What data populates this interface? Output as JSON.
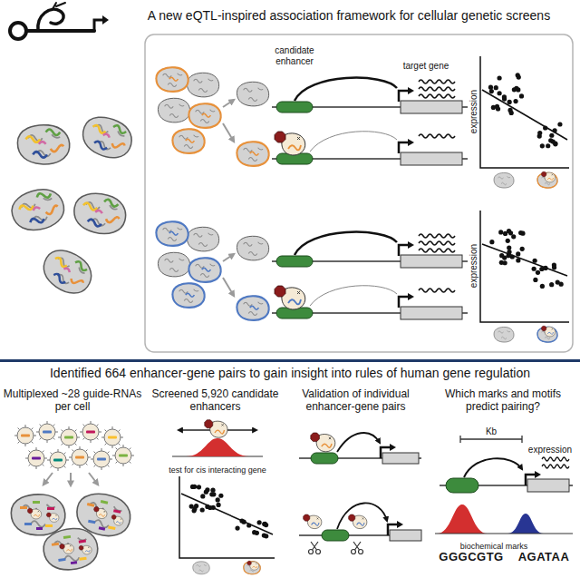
{
  "diagram": {
    "nodes": [
      {
        "text": [
          "A new eQTL-inspired association framework for cellular genetic screens"
        ]
      },
      {
        "text": [
          "Identified 664 enhancer-gene pairs to gain insight into rules of human gene regulation"
        ]
      },
      {
        "text": [
          "Multiplexed ~28 guide-RNAs per cell"
        ],
        "in": 1
      },
      {
        "text": [
          "Screened 5,920 candidate enhancers"
        ],
        "in": 1
      },
      {
        "text": [
          "Validation of individual enhancer-gene pairs"
        ],
        "in": 1
      },
      {
        "text": [
          "Which marks and motifs predict pairing?"
        ],
        "in": 1
      }
    ],
    "labels": [
      "candidate enhancer",
      "target gene",
      "expression",
      "expression",
      "test for cis interacting gene",
      "Kb",
      "expression",
      "biochemical marks",
      "GGGCGTG",
      "AGATAA"
    ]
  }
}
